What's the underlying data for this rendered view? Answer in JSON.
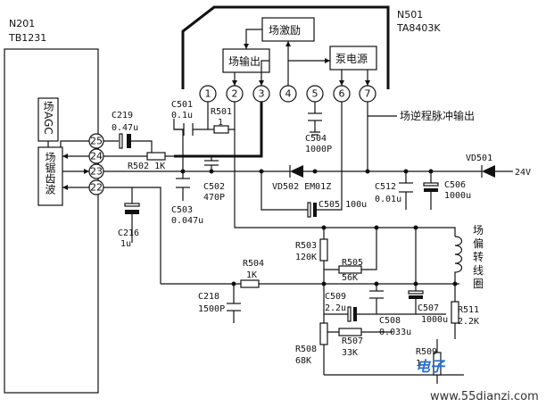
{
  "ic_left": {
    "name": "N201",
    "part": "TB1231",
    "block_agc": "场AGC",
    "block_saw": "场锯齿波",
    "pins": [
      "25",
      "24",
      "23",
      "22"
    ]
  },
  "ic_right": {
    "name": "N501",
    "part": "TA8403K",
    "block_drive": "场激励",
    "block_out": "场输出",
    "block_pump": "泵电源",
    "pins": [
      "1",
      "2",
      "3",
      "4",
      "5",
      "6",
      "7"
    ]
  },
  "components": {
    "c219": "C219",
    "c219_v": "0.47u",
    "c501": "C501",
    "c501_v": "0.1u",
    "r501": "R501",
    "r501_v": "1",
    "r502": "R502 1K",
    "c502": "C502",
    "c502_v": "470P",
    "c503": "C503",
    "c503_v": "0.047u",
    "c504": "C504",
    "c504_v": "1000P",
    "vd502": "VD502 EM01Z",
    "c505": "C505 100u",
    "c512": "C512",
    "c512_v": "0.01u",
    "c506": "C506",
    "c506_v": "1000u",
    "vd501": "VD501",
    "supply": "24V",
    "c216": "C216",
    "c216_v": "1u",
    "r503": "R503",
    "r503_v": "120K",
    "r505": "R505",
    "r505_v": "56K",
    "r504": "R504",
    "r504_v": "1K",
    "c218": "C218",
    "c218_v": "1500P",
    "c509": "C509",
    "c509_v": "2.2u",
    "c508": "C508",
    "c508_v": "0.033u",
    "c507": "C507",
    "c507_v": "1000u",
    "r511": "R511",
    "r511_v": "2.2K",
    "r507": "R507",
    "r507_v": "33K",
    "r508": "R508",
    "r508_v": "68K",
    "r509": "R509",
    "r509_v": "1"
  },
  "annotations": {
    "flyback": "场逆程脉冲输出",
    "coil": [
      "场",
      "偏",
      "转",
      "线",
      "圈"
    ]
  },
  "watermark": {
    "url": "www.55dianzi.com"
  }
}
